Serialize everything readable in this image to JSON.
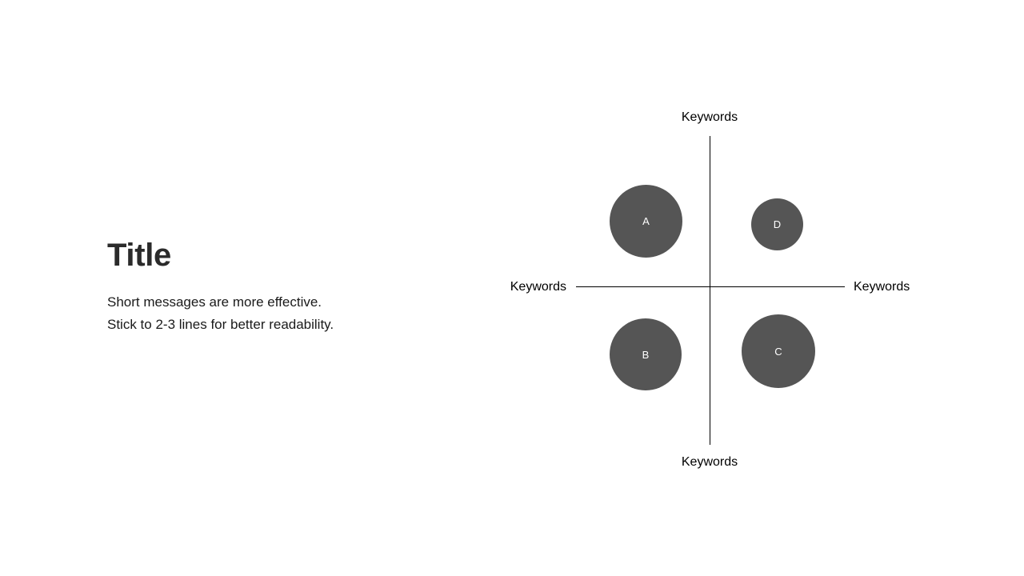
{
  "slide": {
    "background_color": "#ffffff"
  },
  "text_block": {
    "title": "Title",
    "title_color": "#2b2b2b",
    "body_lines": [
      "Short messages are more effective.",
      "Stick to 2-3 lines for better readability."
    ],
    "body_color": "#1a1a1a"
  },
  "chart_data": {
    "type": "scatter",
    "title": "",
    "subtitle": "",
    "xlabel": "Keywords",
    "ylabel": "Keywords",
    "grid": false,
    "legend": "none",
    "axis_style": "quadrant-cross",
    "axis_color": "#000000",
    "bubble_color": "#555555",
    "bubble_label_color": "#ffffff",
    "axis_labels": {
      "top": "Keywords",
      "bottom": "Keywords",
      "left": "Keywords",
      "right": "Keywords"
    },
    "points": [
      {
        "label": "A",
        "quadrant": "top-left",
        "size": 91
      },
      {
        "label": "B",
        "quadrant": "bottom-left",
        "size": 90
      },
      {
        "label": "C",
        "quadrant": "bottom-right",
        "size": 92
      },
      {
        "label": "D",
        "quadrant": "top-right",
        "size": 65
      }
    ]
  }
}
